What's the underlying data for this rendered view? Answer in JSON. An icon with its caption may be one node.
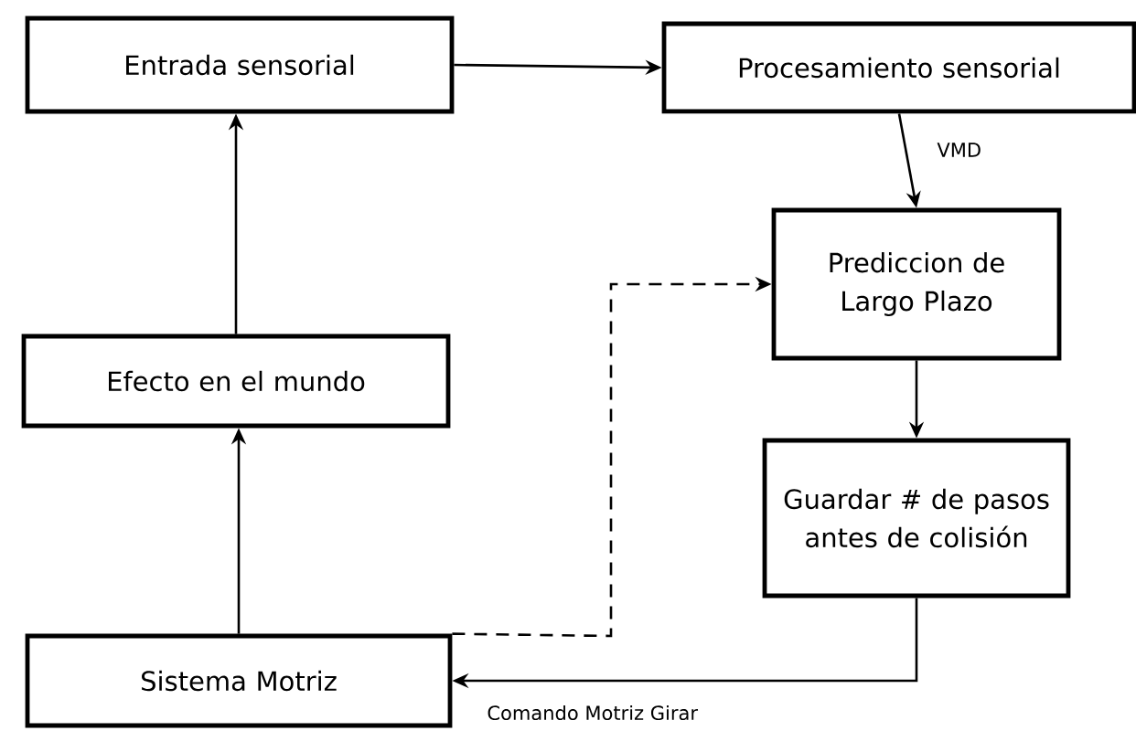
{
  "diagram": {
    "nodes": [
      {
        "text": [
          "Entrada sensorial"
        ]
      },
      {
        "text": [
          "Procesamiento sensorial"
        ]
      },
      {
        "text": [
          "Prediccion de Largo Plazo"
        ]
      },
      {
        "text": [
          "Guardar # de pasos antes de colisión"
        ]
      },
      {
        "text": [
          "Efecto en el mundo"
        ]
      },
      {
        "text": [
          "Sistema Motriz"
        ]
      }
    ],
    "edges": [
      {
        "from": 0,
        "to": 1,
        "arrow": "to"
      },
      {
        "from": 1,
        "to": 2,
        "arrow": "to",
        "label": "VMD"
      },
      {
        "from": 2,
        "to": 3,
        "arrow": "to"
      },
      {
        "from": 3,
        "to": 5,
        "arrow": "to",
        "label": "Comando Motriz Girar"
      },
      {
        "from": 5,
        "to": 2,
        "arrow": "to",
        "style": "dashed"
      },
      {
        "from": 5,
        "to": 4,
        "arrow": "to"
      },
      {
        "from": 4,
        "to": 0,
        "arrow": "to"
      }
    ]
  }
}
